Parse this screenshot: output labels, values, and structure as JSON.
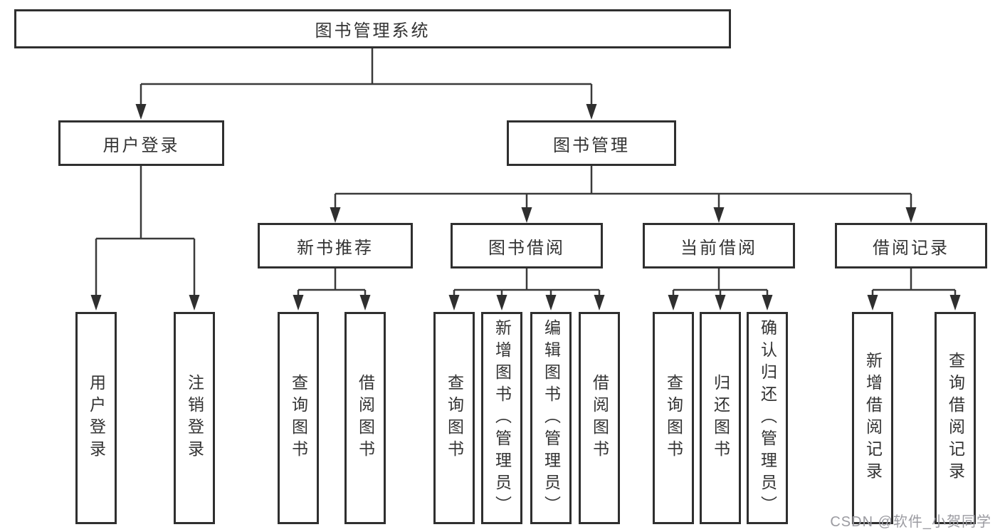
{
  "diagram": {
    "root": {
      "label": "图书管理系统"
    },
    "branches": [
      {
        "label": "用户登录",
        "children": [
          {
            "label": "用户登录"
          },
          {
            "label": "注销登录"
          }
        ]
      },
      {
        "label": "图书管理",
        "children": [
          {
            "label": "新书推荐",
            "children": [
              {
                "label": "查询图书"
              },
              {
                "label": "借阅图书"
              }
            ]
          },
          {
            "label": "图书借阅",
            "children": [
              {
                "label": "查询图书"
              },
              {
                "label": "新增图书（管理员）"
              },
              {
                "label": "编辑图书（管理员）"
              },
              {
                "label": "借阅图书"
              }
            ]
          },
          {
            "label": "当前借阅",
            "children": [
              {
                "label": "查询图书"
              },
              {
                "label": "归还图书"
              },
              {
                "label": "确认归还（管理员）"
              }
            ]
          },
          {
            "label": "借阅记录",
            "children": [
              {
                "label": "新增借阅记录"
              },
              {
                "label": "查询借阅记录"
              }
            ]
          }
        ]
      }
    ]
  },
  "watermark": {
    "text": "CSDN @软件_小贺同学"
  },
  "colors": {
    "background": "#ffffff",
    "box_border": "#2f2f2f",
    "connector_line": "#3a3a3a",
    "text": "#333333",
    "watermark_text": "#9b9ba1"
  }
}
